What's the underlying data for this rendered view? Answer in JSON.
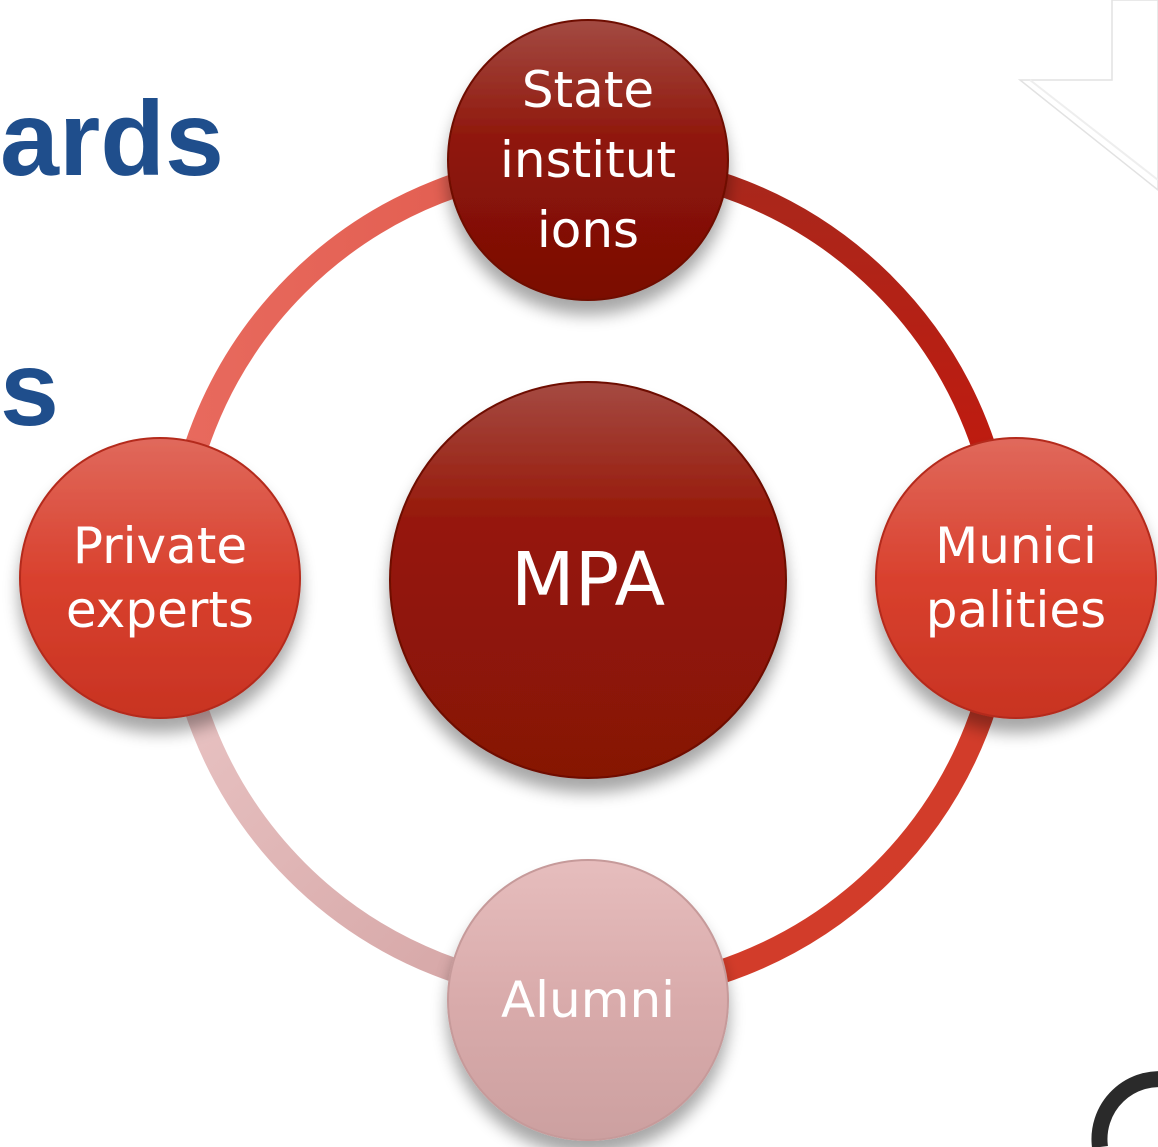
{
  "heading_fragments": [
    "ards",
    "s"
  ],
  "diagram": {
    "center": "MPA",
    "nodes": [
      {
        "id": "state",
        "label": "State\ninstitut\nions"
      },
      {
        "id": "municipalities",
        "label": "Munici\npalities"
      },
      {
        "id": "alumni",
        "label": "Alumni"
      },
      {
        "id": "private",
        "label": "Private\nexperts"
      }
    ]
  },
  "colors": {
    "heading": "#1f4e8c",
    "ring_dark": "#b81c10",
    "ring_light": "#d9a8a8",
    "node_dark": "#8e1308",
    "node_mid": "#d9402d",
    "node_pale": "#d8aaaa"
  }
}
